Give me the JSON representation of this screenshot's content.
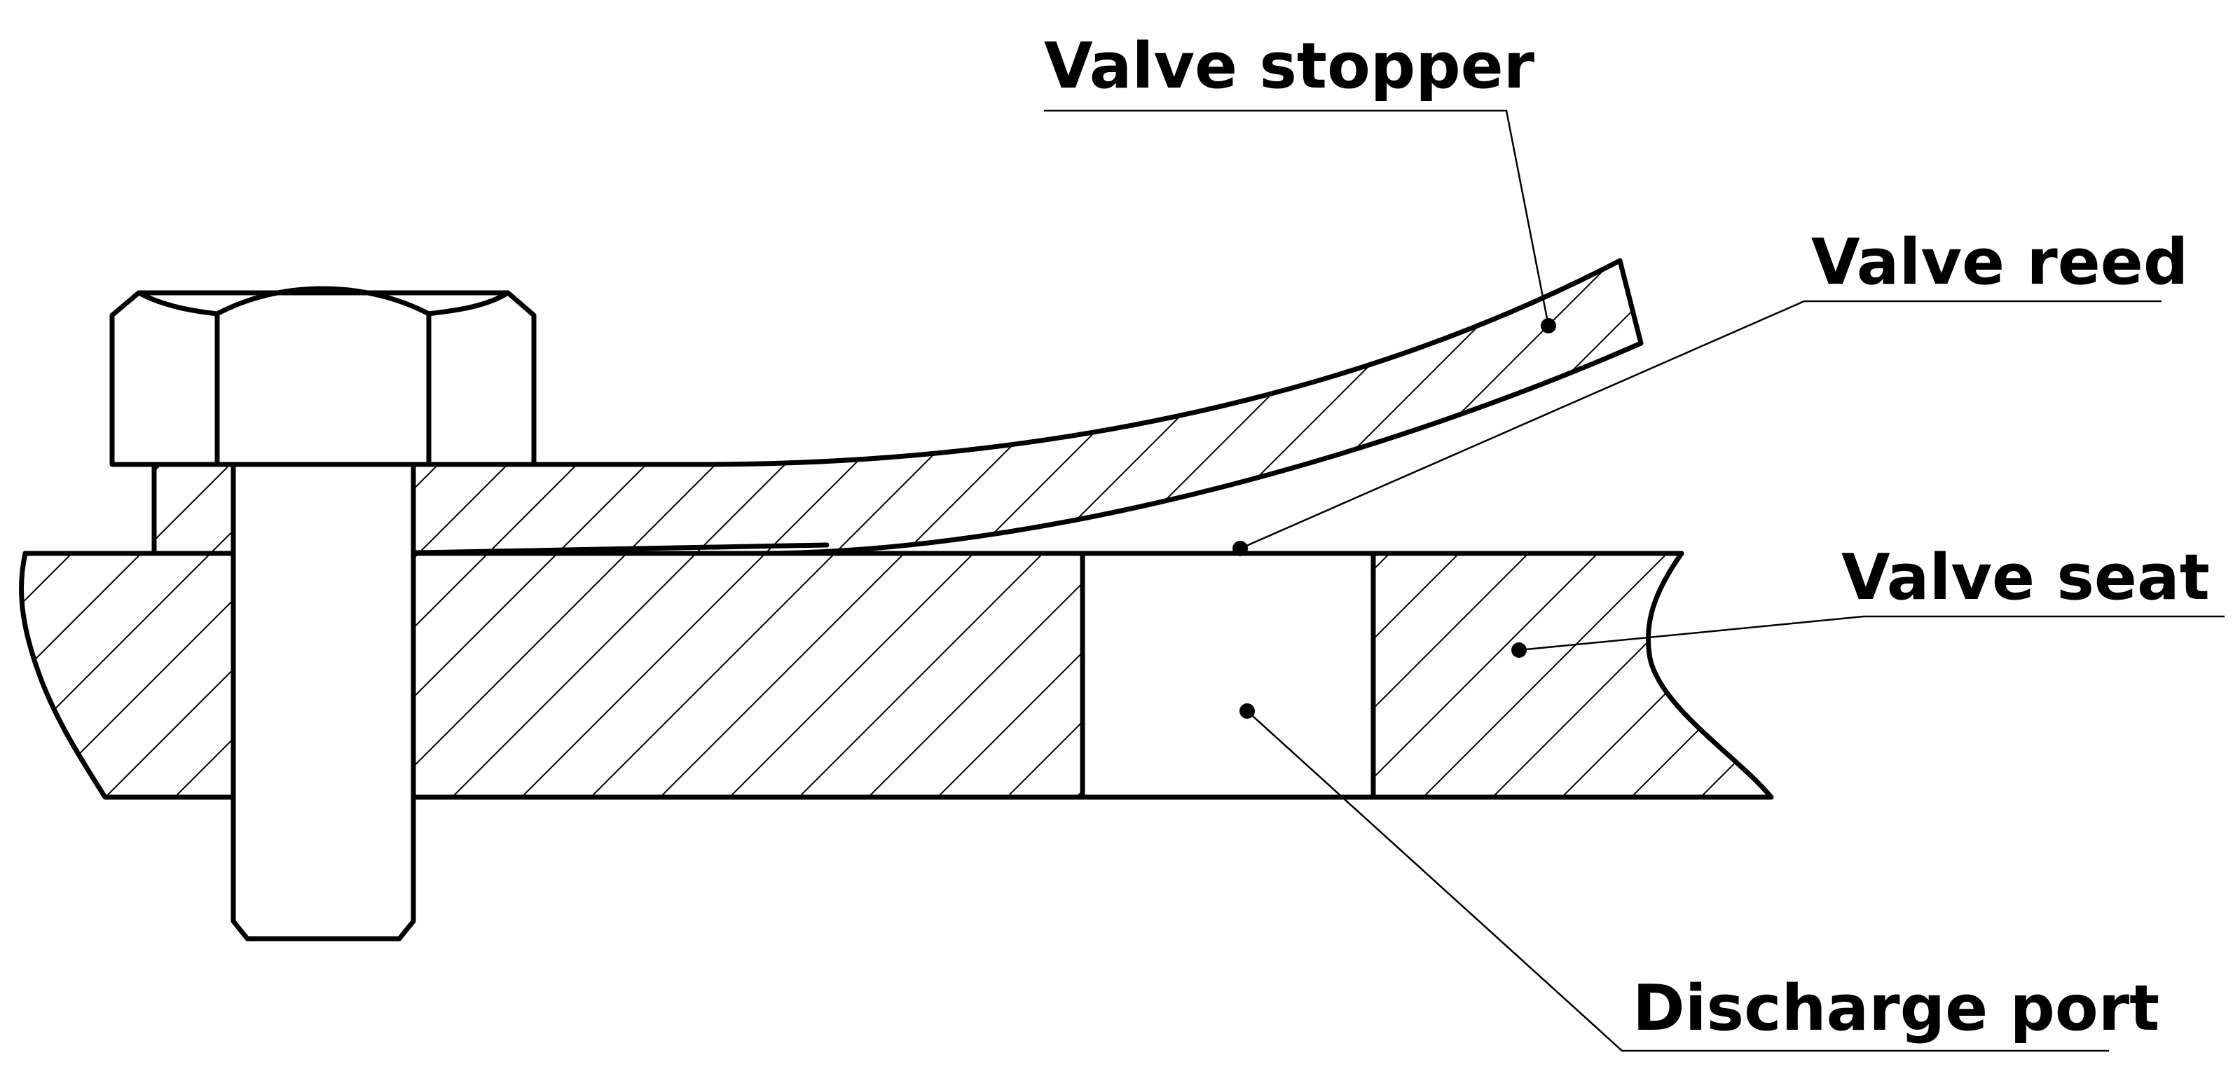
{
  "labels": {
    "valve_stopper": "Valve stopper",
    "valve_reed": "Valve reed",
    "valve_seat": "Valve seat",
    "discharge_port": "Discharge port"
  },
  "colors": {
    "line": "#000000",
    "background": "#ffffff"
  }
}
